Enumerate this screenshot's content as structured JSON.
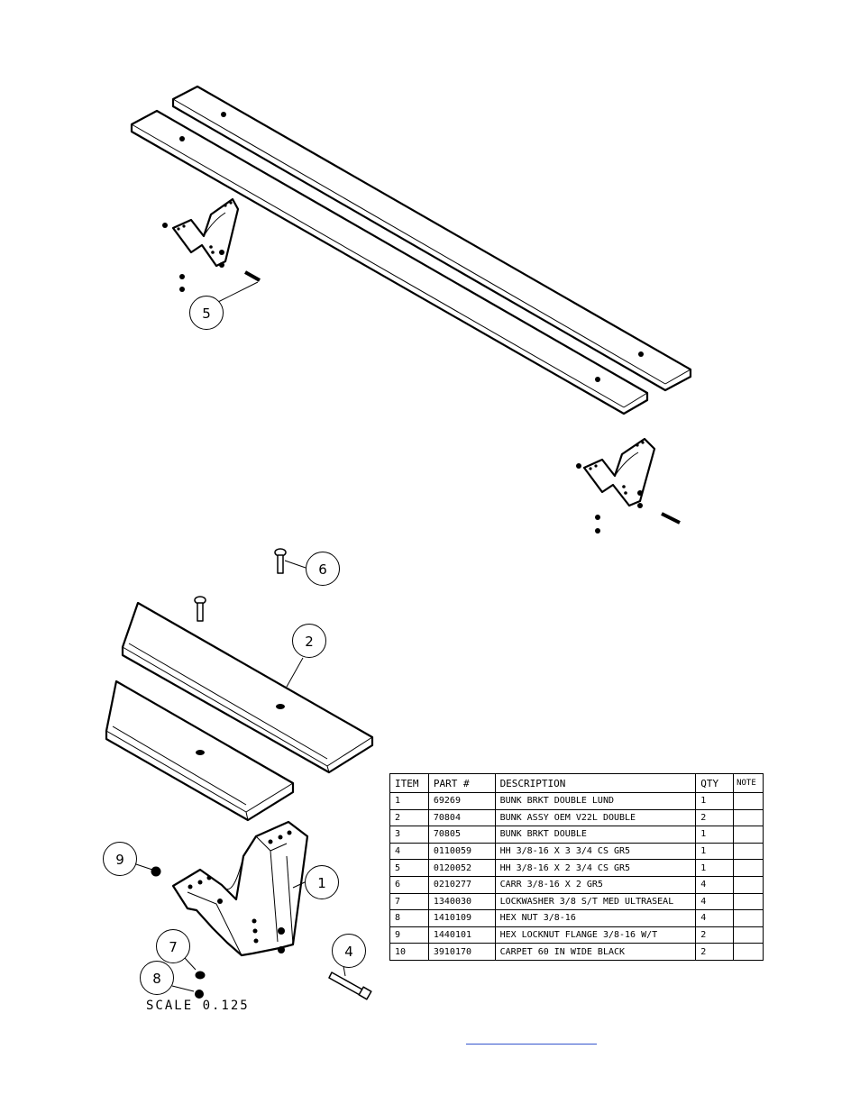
{
  "callouts": {
    "c5": "5",
    "c6": "6",
    "c2": "2",
    "c1": "1",
    "c9": "9",
    "c7": "7",
    "c8": "8",
    "c4": "4"
  },
  "scale_label": "SCALE  0.125",
  "bom": {
    "headers": [
      "ITEM",
      "PART #",
      "DESCRIPTION",
      "QTY",
      "NOTE"
    ],
    "rows": [
      [
        "1",
        "69269",
        "BUNK BRKT DOUBLE LUND",
        "1",
        ""
      ],
      [
        "2",
        "70804",
        "BUNK ASSY OEM V22L DOUBLE",
        "2",
        ""
      ],
      [
        "3",
        "70805",
        "BUNK BRKT DOUBLE",
        "1",
        ""
      ],
      [
        "4",
        "0110059",
        "HH 3/8-16 X 3 3/4 CS GR5",
        "1",
        ""
      ],
      [
        "5",
        "0120052",
        "HH 3/8-16 X 2 3/4 CS GR5",
        "1",
        ""
      ],
      [
        "6",
        "0210277",
        "CARR 3/8-16 X 2 GR5",
        "4",
        ""
      ],
      [
        "7",
        "1340030",
        "LOCKWASHER 3/8 S/T MED ULTRASEAL",
        "4",
        ""
      ],
      [
        "8",
        "1410109",
        "HEX NUT 3/8-16",
        "4",
        ""
      ],
      [
        "9",
        "1440101",
        "HEX LOCKNUT FLANGE 3/8-16 W/T",
        "2",
        ""
      ],
      [
        "10",
        "3910170",
        "CARPET 60 IN WIDE BLACK",
        "2",
        ""
      ]
    ]
  }
}
